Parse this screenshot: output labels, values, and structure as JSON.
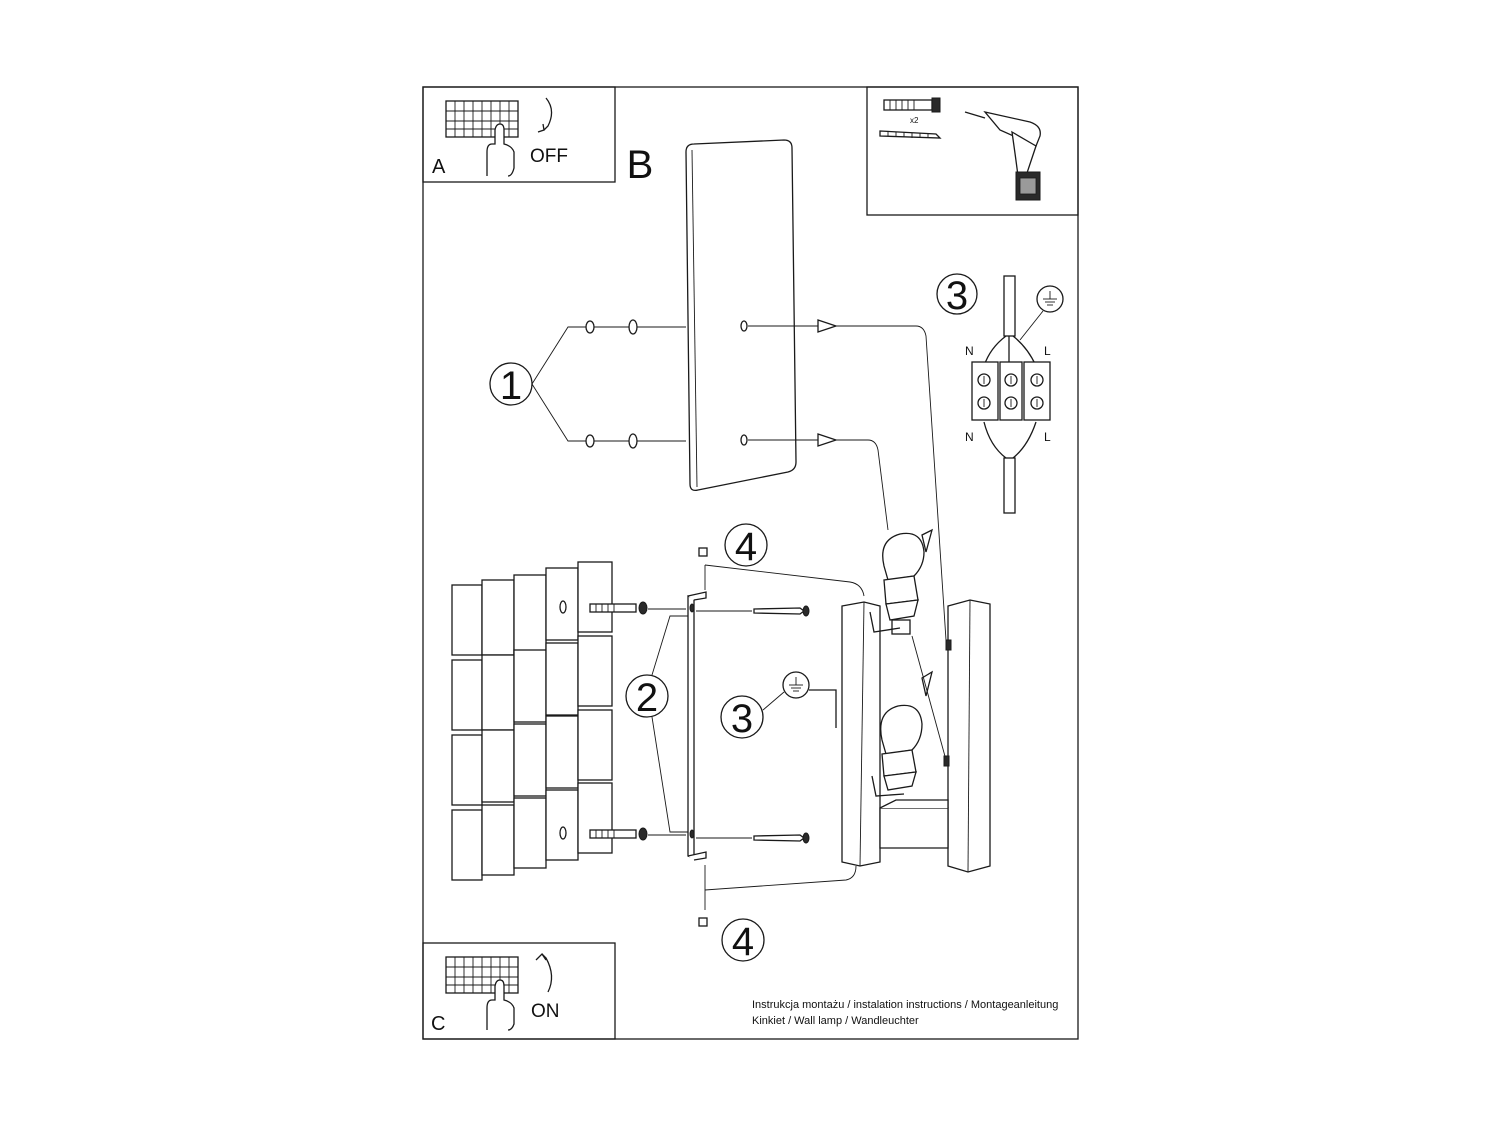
{
  "panel_a": {
    "letter": "A",
    "text": "OFF"
  },
  "panel_b": {
    "letter": "B"
  },
  "panel_c": {
    "letter": "C",
    "text": "ON"
  },
  "tools": {
    "quantity": "x2"
  },
  "callouts": {
    "n1": "1",
    "n2": "2",
    "n3": "3",
    "n4": "4"
  },
  "wiring": {
    "neutral": "N",
    "live": "L"
  },
  "footer": {
    "line1": "Instrukcja montażu / instalation instructions / Montageanleitung",
    "line2": "Kinkiet / Wall lamp / Wandleuchter"
  },
  "icons": [
    "breaker-panel-icon",
    "hand-icon",
    "rotate-arrow-icon",
    "wall-plug-icon",
    "screw-icon",
    "drill-icon",
    "ground-symbol-icon",
    "bulb-icon",
    "terminal-block-icon"
  ]
}
